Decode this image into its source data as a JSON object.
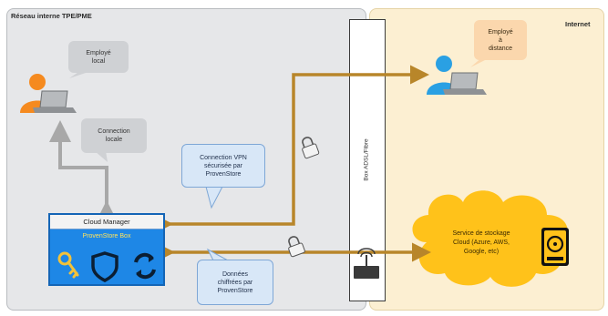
{
  "zones": {
    "internal_title": "Réseau interne TPE/PME",
    "internet_title": "Internet"
  },
  "box_label": "Box ADSL/Fibre",
  "bubbles": {
    "local_employee": "Employé\nlocal",
    "local_connection": "Connection\nlocale",
    "vpn": "Connection VPN\nsécurisée par\nProvenStore",
    "encrypted_data": "Données\nchiffrées par\nProvenStore",
    "remote_employee": "Employé\nà\ndistance"
  },
  "provenstore_box": {
    "manager_label": "Cloud Manager",
    "box_label": "ProvenStore Box"
  },
  "cloud": {
    "label": "Service de stockage\nCloud (Azure, AWS,\nGoogle, etc)"
  },
  "icons": [
    "person-local-icon",
    "laptop-icon",
    "person-remote-icon",
    "lock-icon",
    "key-icon",
    "shield-icon",
    "sync-icon",
    "router-icon",
    "hard-drive-icon",
    "cloud-icon"
  ],
  "colors": {
    "internal_zone": "#e6e7e9",
    "internet_zone": "#fcefd2",
    "connection_line": "#b8862a",
    "local_line": "#a8a8a8",
    "provenstore_blue": "#1e87e6",
    "cloud_yellow": "#ffc21a",
    "local_person": "#f58a1f",
    "remote_person": "#2aa0e3"
  }
}
